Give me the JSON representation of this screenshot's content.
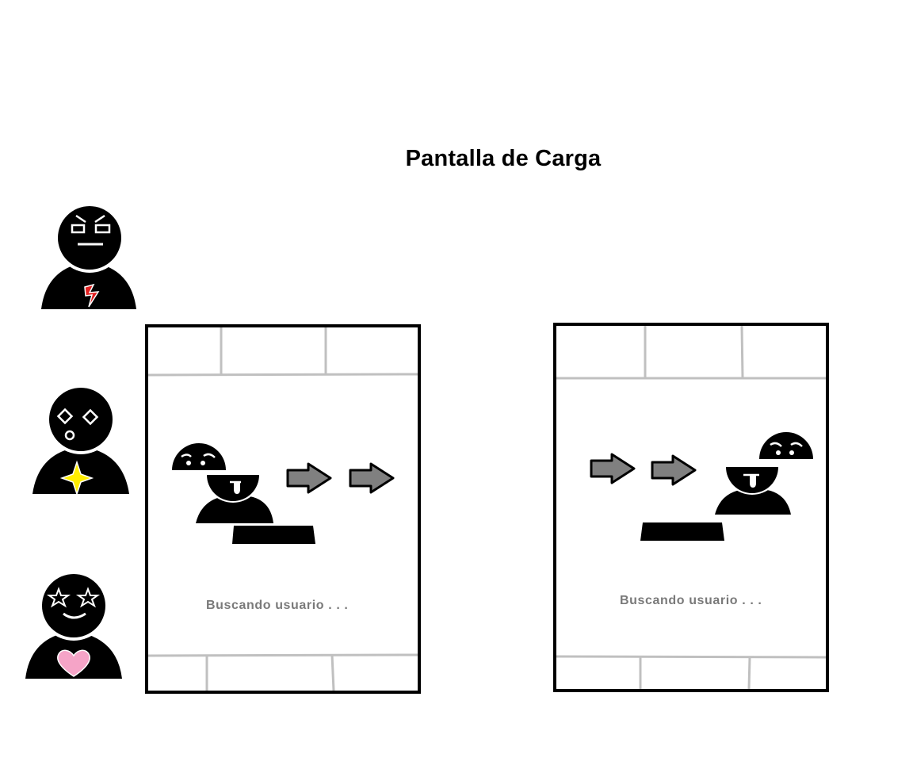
{
  "page": {
    "title": "Pantalla de Carga"
  },
  "avatars": [
    {
      "expression": "angry",
      "badge_icon": "lightning-bolt-icon",
      "badge_color": "#e02020"
    },
    {
      "expression": "surprised",
      "badge_icon": "sparkle-icon",
      "badge_color": "#ffee00"
    },
    {
      "expression": "star-struck",
      "badge_icon": "heart-icon",
      "badge_color": "#f5a4c7"
    }
  ],
  "screens": [
    {
      "status_text": "Buscando usuario . . .",
      "arrow_direction": "right"
    },
    {
      "status_text": "Buscando usuario . . .",
      "arrow_direction": "right"
    }
  ],
  "colors": {
    "ink": "#000000",
    "frame_lines": "#c0c0c0",
    "arrow_fill": "#808080",
    "status_text": "#7a7a7a"
  }
}
